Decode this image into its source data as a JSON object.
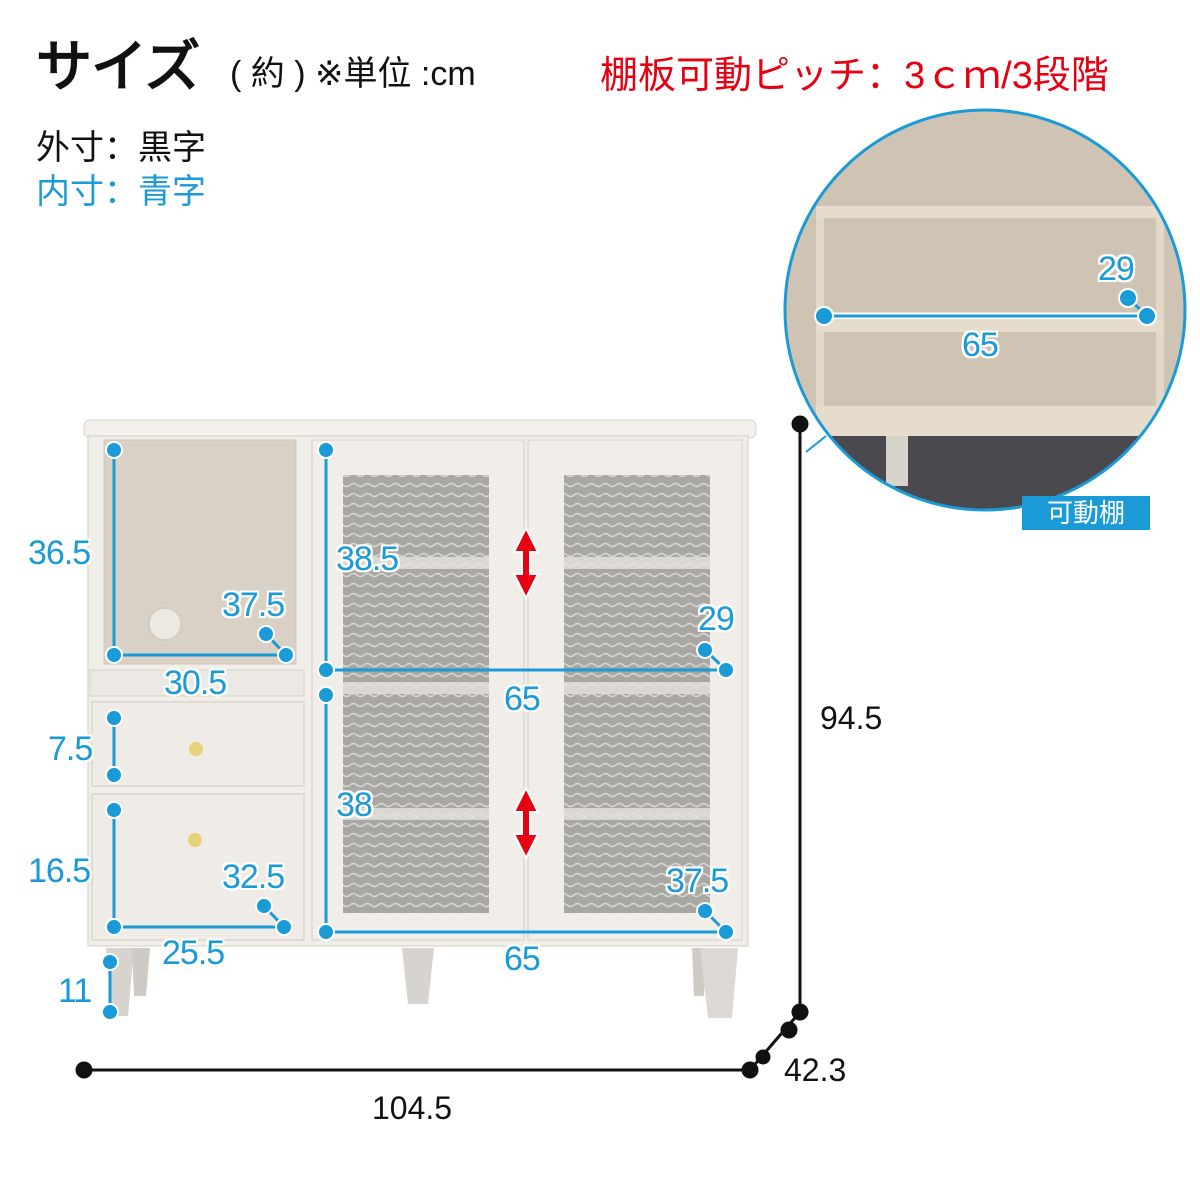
{
  "header": {
    "title": "サイズ",
    "subtitle": "( 約 ) ※単位 :cm",
    "shelf_pitch_note": "棚板可動ピッチ：3ｃｍ/3段階"
  },
  "legend": {
    "outer": "外寸：黒字",
    "inner": "内寸：青字"
  },
  "colors": {
    "inner_dimension": "#1a9ad6",
    "outer_dimension": "#111111",
    "note": "#e60012",
    "cabinet": "#f1eeea",
    "glass": "#a9a7a4"
  },
  "outer_dimensions": {
    "width": "104.5",
    "height": "94.5",
    "depth": "42.3"
  },
  "inner_dimensions": {
    "open_shelf_height": "36.5",
    "open_shelf_depth": "37.5",
    "open_shelf_width": "30.5",
    "drawer_small_height": "7.5",
    "drawer_large_height": "16.5",
    "drawer_depth": "32.5",
    "drawer_width": "25.5",
    "leg_height": "11",
    "cabinet_upper_height": "38.5",
    "cabinet_upper_depth": "29",
    "cabinet_upper_width": "65",
    "cabinet_lower_height": "38",
    "cabinet_lower_depth": "37.5",
    "cabinet_lower_width": "65"
  },
  "inset": {
    "depth": "29",
    "width": "65",
    "badge": "可動棚"
  },
  "chart_data": {
    "type": "table",
    "title": "サイズ（約）※単位:cm",
    "outer": {
      "width": 104.5,
      "height": 94.5,
      "depth": 42.3
    },
    "inner": [
      {
        "section": "open shelf",
        "height": 36.5,
        "width": 30.5,
        "depth": 37.5
      },
      {
        "section": "upper drawer",
        "height": 7.5
      },
      {
        "section": "lower drawer",
        "height": 16.5,
        "width": 25.5,
        "depth": 32.5
      },
      {
        "section": "leg",
        "height": 11
      },
      {
        "section": "cabinet upper",
        "height": 38.5,
        "width": 65,
        "depth": 29
      },
      {
        "section": "cabinet lower",
        "height": 38,
        "width": 65,
        "depth": 37.5
      },
      {
        "section": "movable shelf",
        "width": 65,
        "depth": 29
      }
    ],
    "shelf_pitch": "3cm / 3段階"
  }
}
